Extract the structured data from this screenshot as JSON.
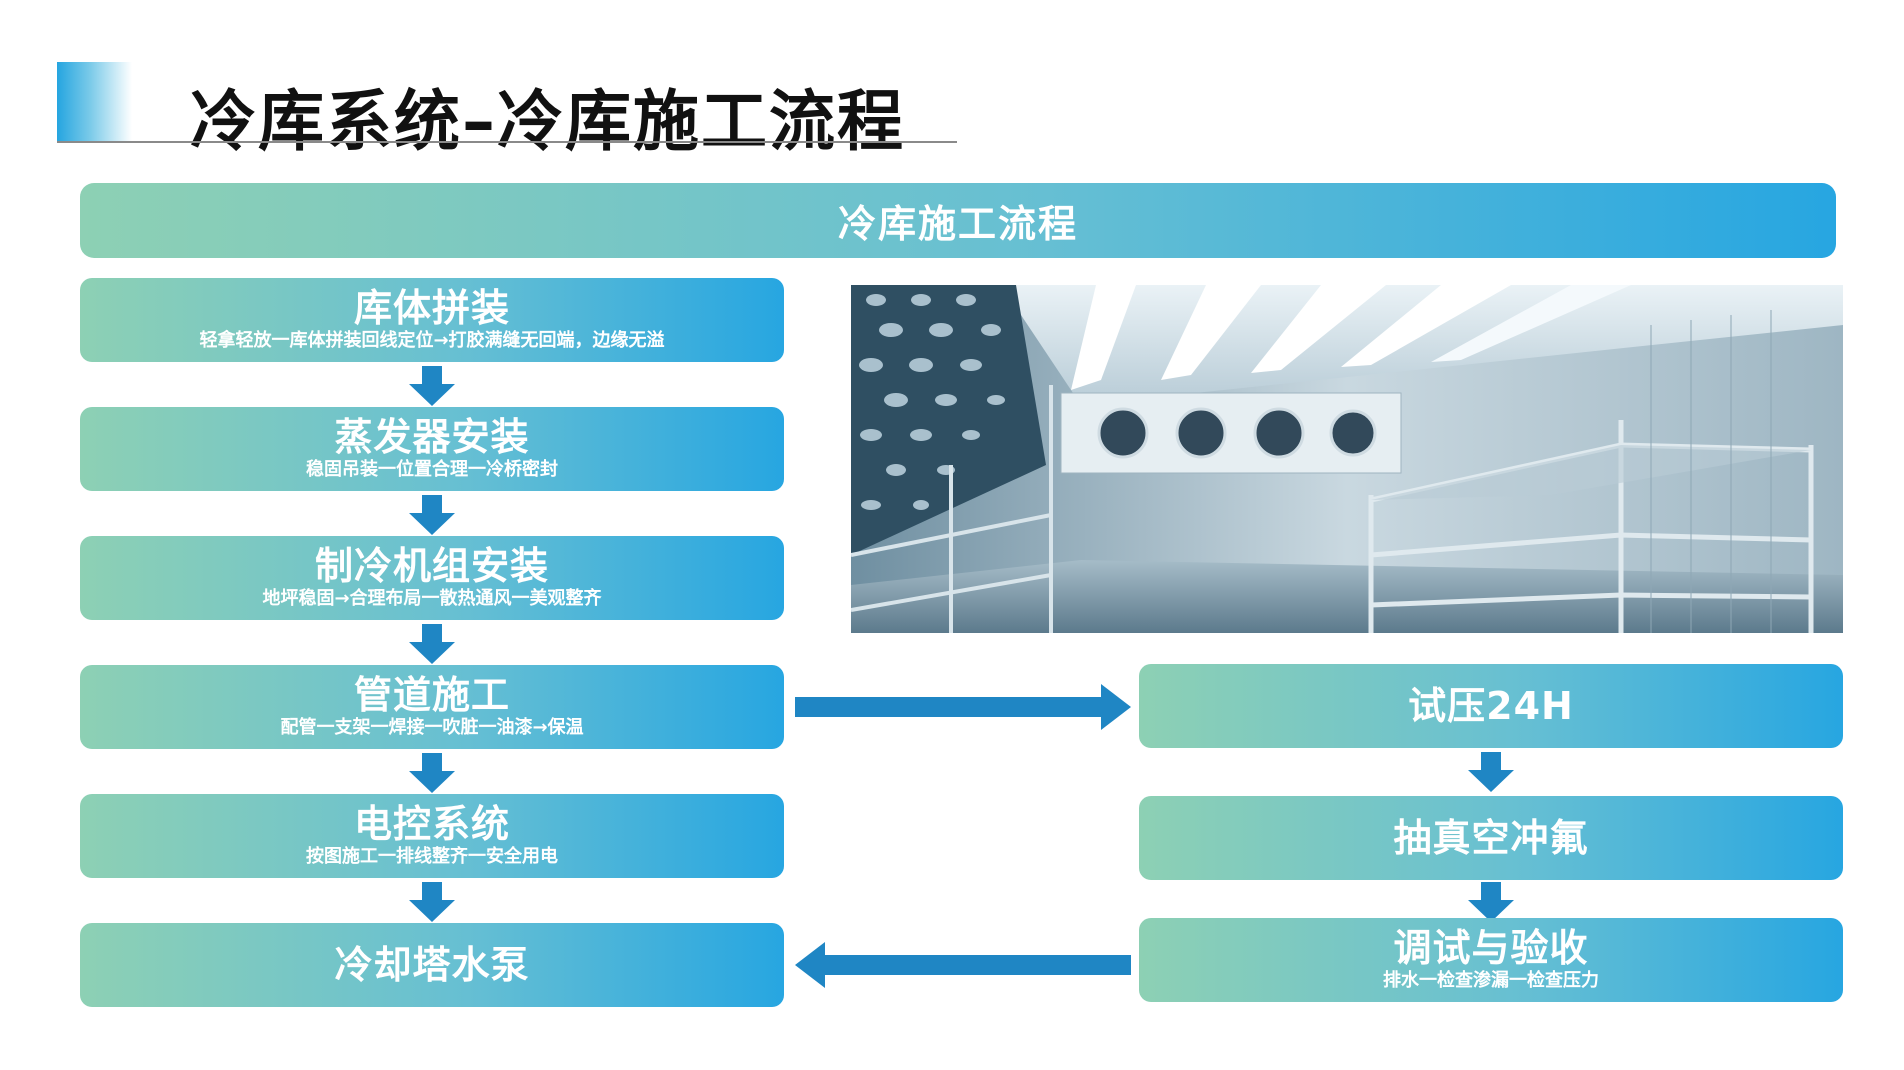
{
  "page_title": "冷库系统–冷库施工流程",
  "banner": "冷库施工流程",
  "left_steps": [
    {
      "title": "库体拼装",
      "desc": "轻拿轻放一库体拼装回线定位→打胶满缝无回端，边缘无溢"
    },
    {
      "title": "蒸发器安装",
      "desc": "稳固吊装一位置合理一冷桥密封"
    },
    {
      "title": "制冷机组安装",
      "desc": "地坪稳固→合理布局一散热通风一美观整齐"
    },
    {
      "title": "管道施工",
      "desc": "配管一支架一焊接一吹脏一油漆→保温"
    },
    {
      "title": "电控系统",
      "desc": "按图施工一排线整齐一安全用电"
    },
    {
      "title": "冷却塔水泵"
    }
  ],
  "right_steps": [
    {
      "title": "试压24H"
    },
    {
      "title": "抽真空冲氟"
    },
    {
      "title": "调试与验收",
      "desc": "排水一检查渗漏一检查压力"
    }
  ],
  "colors": {
    "gradient_start": "#8dd0b4",
    "gradient_end": "#27a6e1",
    "arrow": "#1f86c4"
  },
  "image": {
    "semantic": "cold-storage-room-photo"
  }
}
